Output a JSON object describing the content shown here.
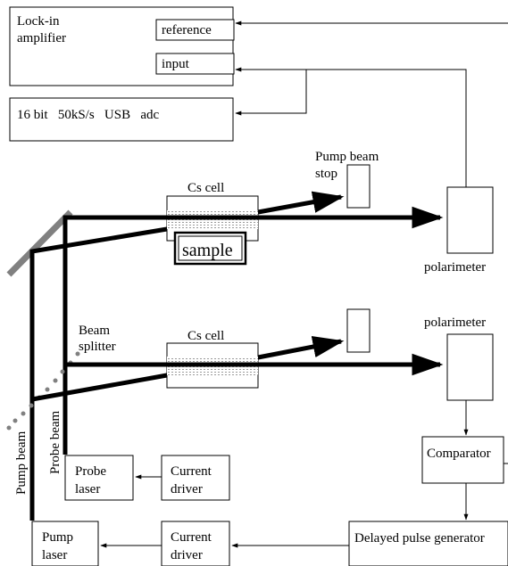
{
  "lockin": {
    "title_line1": "Lock-in",
    "title_line2": "amplifier",
    "reference": "reference",
    "input": "input"
  },
  "adc": {
    "label": "16 bit   50kS/s   USB   adc"
  },
  "upper": {
    "stop_label_line1": "Pump beam",
    "stop_label_line2": "stop",
    "cell_label": "Cs cell",
    "sample": "sample",
    "polarimeter": "polarimeter"
  },
  "lower": {
    "beam_splitter_line1": "Beam",
    "beam_splitter_line2": "splitter",
    "cell_label": "Cs cell",
    "polarimeter": "polarimeter",
    "comparator": "Comparator",
    "delayed_pulse": "Delayed pulse generator"
  },
  "lasers": {
    "probe_beam": "Probe beam",
    "pump_beam": "Pump beam",
    "probe_line1": "Probe",
    "probe_line2": "laser",
    "pump_line1": "Pump",
    "pump_line2": "laser",
    "current_driver_line1": "Current",
    "current_driver_line2": "driver"
  }
}
